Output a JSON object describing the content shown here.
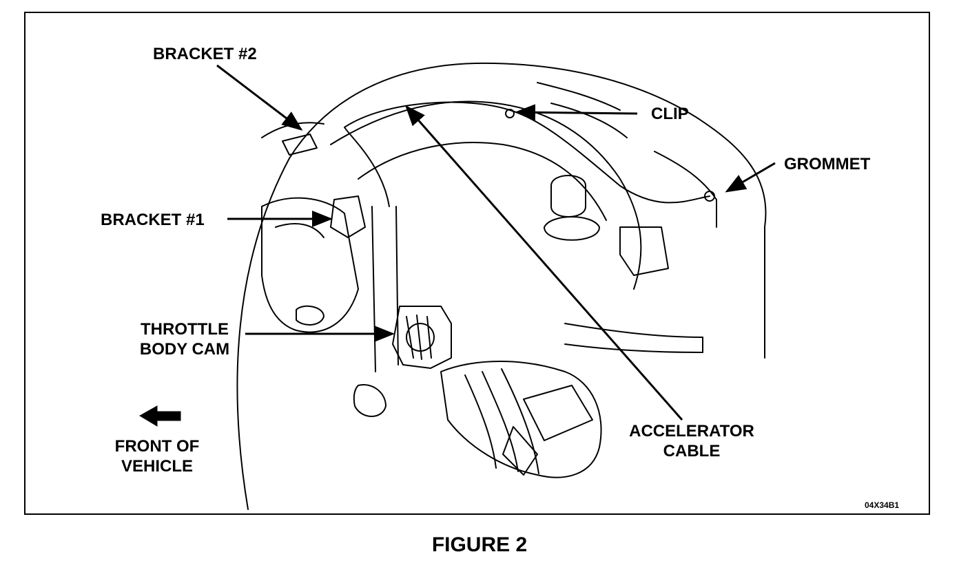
{
  "labels": {
    "bracket2": "BRACKET #2",
    "clip": "CLIP",
    "grommet": "GROMMET",
    "bracket1": "BRACKET #1",
    "throttle_line1": "THROTTLE",
    "throttle_line2": "BODY CAM",
    "front_line1": "FRONT OF",
    "front_line2": "VEHICLE",
    "accel_line1": "ACCELERATOR",
    "accel_line2": "CABLE"
  },
  "image_code": "04X34B1",
  "caption": "FIGURE 2"
}
